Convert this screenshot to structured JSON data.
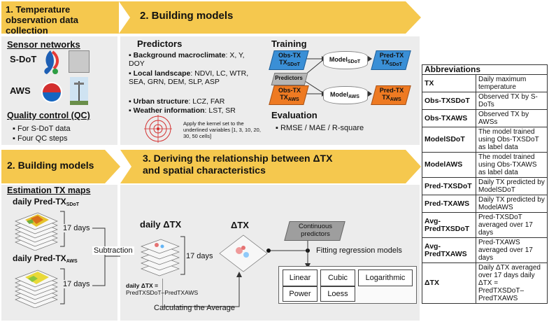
{
  "step1": {
    "number": "1.",
    "title": "Temperature observation data collection"
  },
  "step2": {
    "title": "2. Building models"
  },
  "step2b": {
    "title": "2. Building models"
  },
  "step3": {
    "title": "3. Deriving the relationship between ΔTX and spatial characteristics"
  },
  "sensor": {
    "heading": "Sensor networks",
    "sdot": "S-DoT",
    "aws": "AWS",
    "qc_heading": "Quality control (QC)",
    "qc_items": [
      "For S-DoT data",
      "Four QC steps"
    ]
  },
  "predictors": {
    "heading": "Predictors",
    "items": [
      {
        "label": "Background macroclimate",
        "rest": ": X, Y, DOY"
      },
      {
        "label": "Local landscape",
        "rest": ": NDVI, LC, WTR, SEA, GRN, DEM, SLP, ASP"
      },
      {
        "label": "Urban structure",
        "rest": ": LCZ, FAR"
      },
      {
        "label": "Weather information",
        "rest": ": LST, SR"
      }
    ],
    "kernel_note": "Apply the kernel set to the underlined variables [1, 3, 10, 20, 30, 50 cells]"
  },
  "training": {
    "heading": "Training",
    "obs_sdot": "Obs-TX",
    "obs_sdot_sub": "SDoT",
    "model_sdot": "Model",
    "model_sdot_sub": "SDoT",
    "pred_sdot": "Pred-TX",
    "pred_sdot_sub": "SDoT",
    "predictors": "Predictors",
    "obs_aws": "Obs-TX",
    "obs_aws_sub": "AWS",
    "model_aws": "Model",
    "model_aws_sub": "AWS",
    "pred_aws": "Pred-TX",
    "pred_aws_sub": "AWS"
  },
  "evaluation": {
    "heading": "Evaluation",
    "metrics": "RMSE / MAE / R-square"
  },
  "estimation": {
    "heading": "Estimation TX maps",
    "daily_sdot": "daily Pred-TX",
    "daily_sdot_sub": "SDoT",
    "daily_aws": "daily Pred-TX",
    "daily_aws_sub": "AWS",
    "days1": "17 days",
    "days2": "17 days",
    "subtraction": "Subtraction"
  },
  "deriving": {
    "daily_dtx": "daily ΔTX",
    "days3": "17 days",
    "dtx": "ΔTX",
    "formula_a": "daily ΔTX =",
    "formula_b": "PredTXSDoT–PredTXAWS",
    "averaging": "Calculating the Average",
    "continuous": "Continuous predictors",
    "fitting": "Fitting regression models",
    "models": [
      "Linear",
      "Cubic",
      "Logarithmic",
      "Power",
      "Loess"
    ]
  },
  "abbreviations": {
    "heading": "Abbreviations",
    "rows": [
      {
        "k": "TX",
        "v": "Daily maximum temperature"
      },
      {
        "k": "Obs-TXSDoT",
        "v": "Observed TX by S-DoTs"
      },
      {
        "k": "Obs-TXAWS",
        "v": "Observed TX by AWSs"
      },
      {
        "k": "ModelSDoT",
        "v": "The model trained using Obs-TXSDoT as label data"
      },
      {
        "k": "ModelAWS",
        "v": "The model trained using Obs-TXAWS as label data"
      },
      {
        "k": "Pred-TXSDoT",
        "v": "Daily TX predicted by ModelSDoT"
      },
      {
        "k": "Pred-TXAWS",
        "v": "Daily TX predicted by ModelAWS"
      },
      {
        "k": "Avg-PredTXSDoT",
        "v": "Pred-TXSDoT averaged over 17 days"
      },
      {
        "k": "Avg-PredTXAWS",
        "v": "Pred-TXAWS averaged over 17 days"
      },
      {
        "k": "ΔTX",
        "v": "Daily ΔTX averaged over 17 days daily ΔTX = PredTXSDoT–PredTXAWS"
      }
    ]
  },
  "colors": {
    "header": "#f5c84e",
    "panel": "#ececec",
    "blue": "#3a8fd6",
    "orange": "#ee7a22"
  }
}
